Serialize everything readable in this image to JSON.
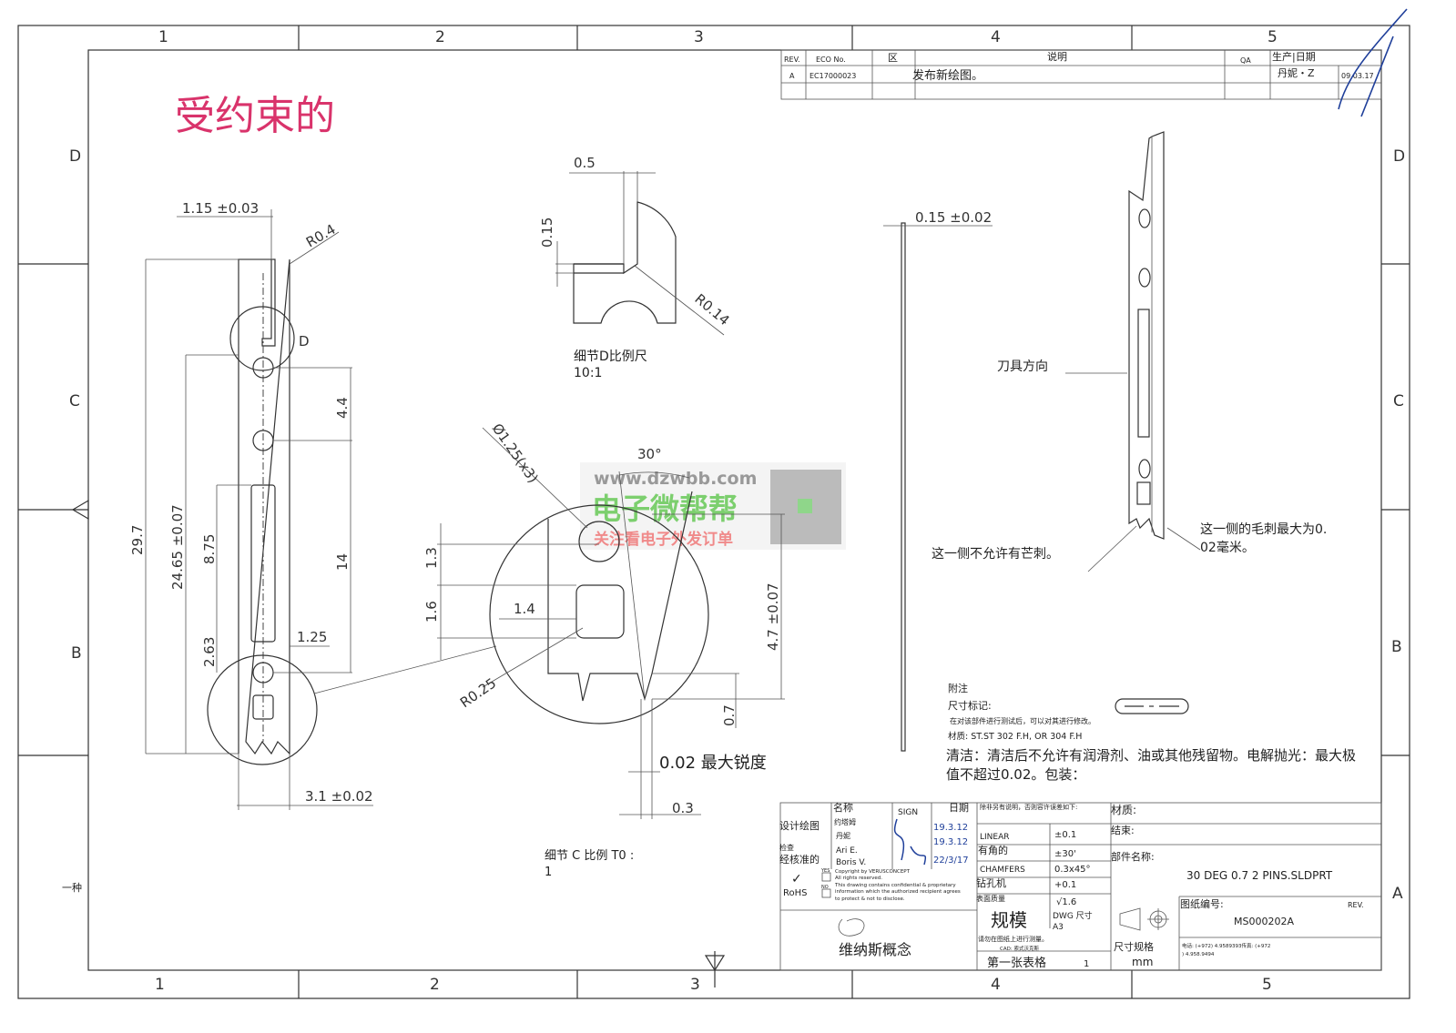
{
  "title": "受约束的",
  "colors": {
    "title": "#d9336b",
    "line": "#333333",
    "signature": "#1f3f9a",
    "watermark_green": "#7ccf6e",
    "watermark_red": "#f08a8a"
  },
  "zones": {
    "columns": [
      "1",
      "2",
      "3",
      "4",
      "5"
    ],
    "rows": [
      "D",
      "C",
      "B",
      "A"
    ],
    "left_bottom_label": "一种"
  },
  "revision_table": {
    "headers": [
      "REV.",
      "ECO No.",
      "区",
      "说明",
      "QA",
      "生产|日期"
    ],
    "rows": [
      {
        "rev": "A",
        "eco": "EC17000023",
        "zone": "",
        "desc": "发布新绘图。",
        "qa": "",
        "by": "丹妮・Z",
        "date": "09.03.17"
      }
    ]
  },
  "main_view": {
    "dims": [
      "1.15 ±0.03",
      "R0.4",
      "29.7",
      "24.65 ±0.07",
      "8.75",
      "2.63",
      "1.25",
      "4.4",
      "14",
      "3.1 ±0.02"
    ],
    "detail_d_label": "D"
  },
  "detail_d": {
    "dims": [
      "0.5",
      "0.15",
      "R0.14"
    ],
    "caption": [
      "细节D比例尺",
      "10:1"
    ]
  },
  "detail_c": {
    "dims": [
      "Ø1.25(x3)",
      "30°",
      "1.3",
      "1.6",
      "1.4",
      "R0.25",
      "4.7 ±0.07",
      "0.7",
      "0.3"
    ],
    "note": "0.02 最大锐度",
    "caption": [
      "细节 C 比例 T0 :",
      "1"
    ]
  },
  "side_view": {
    "dim": "0.15 ±0.02"
  },
  "iso_view": {
    "tool_direction": "刀具方向",
    "no_burr": "这一侧不允许有芒刺。",
    "burr_max": [
      "这一侧的毛刺最大为0.",
      "02毫米。"
    ]
  },
  "notes": {
    "heading": "附注",
    "dim_mark": "尺寸标记:",
    "modify": "在对该部件进行测试后，可以对其进行修改。",
    "material": "材质:  ST.ST 302 F.H, OR 304 F.H",
    "cleaning": [
      "清洁：清洁后不允许有润滑剂、油或其他残留物。电解抛光：最大极",
      "值不超过0.02。包装："
    ]
  },
  "title_block": {
    "name_header": "名称",
    "sign_header": "SIGN",
    "date_header": "日期",
    "roles": [
      "设计绘图",
      "检查",
      "经核准的"
    ],
    "names": [
      "约塔姆",
      "丹妮",
      "Ari E.",
      "Boris V."
    ],
    "dates": [
      "19.3.12",
      "19.3.12",
      "22/3/17"
    ],
    "rohs": "RoHS",
    "yes": "YES",
    "no": "NO",
    "copyright": [
      "Copyright by VERUSCONCEPT",
      "All rights reserved.",
      "This drawing contains confidential & proprietary",
      "information which the authorized recipient agrees",
      "to protect & not to disclose."
    ],
    "tolerance_header": "除非另有说明，否则容许误差如下:",
    "tolerances": [
      {
        "label": "LINEAR",
        "value": "±0.1"
      },
      {
        "label": "有角的",
        "value": "±30'"
      },
      {
        "label": "CHAMFERS",
        "value": "0.3x45°"
      },
      {
        "label": "钻孔机",
        "value": "+0.1"
      },
      {
        "label": "表面质量",
        "value": "√1.6"
      }
    ],
    "company": "维纳斯概念",
    "scale": "规模",
    "dwg_size_label": "DWG 尺寸",
    "dwg_size": "A3",
    "no_measure": "请勿在图纸上进行测量。",
    "cad": "CAD: 索式沃克斯",
    "sheet": "第一张表格",
    "sheet_no": "1",
    "material_label": "材质:",
    "finish_label": "结束:",
    "part_name_label": "部件名称:",
    "part_name": "30 DEG 0.7 2 PINS.SLDPRT",
    "drawing_no_label": "图纸编号:",
    "rev_label": "REV.",
    "drawing_no": "MS000202A",
    "units_label": "尺寸规格",
    "units": "mm",
    "contact": [
      "电话: (+972) 4.9589393传真: (+972",
      ") 4.958.9494"
    ]
  },
  "watermark": {
    "url": "www.dzwbb.com",
    "name": "电子微帮帮",
    "slogan": "关注看电子外发订单"
  }
}
